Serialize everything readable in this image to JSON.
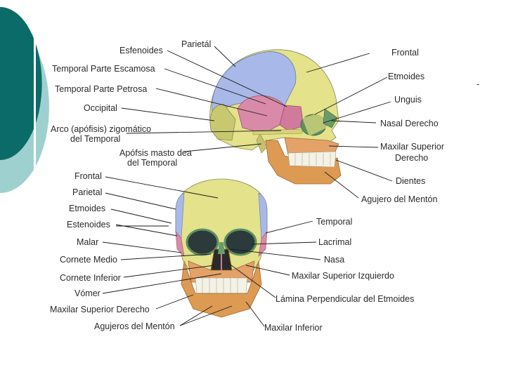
{
  "colors": {
    "teal_dark": "#0b6b68",
    "teal_light": "#9fd0d0",
    "bone": "#e4e28a",
    "parietal": "#a8b8e8",
    "temporal": "#d98aa8",
    "sphenoid": "#d07a9c",
    "maxilla": "#e4a268",
    "mandible": "#dd9a52",
    "nasal": "#6a9c6a"
  },
  "side_labels": {
    "esfenoides": "Esfenoides",
    "parietal": "Parietál",
    "temporal_escamosa": "Temporal Parte Escamosa",
    "temporal_petrosa": "Temporal Parte Petrosa",
    "occipital": "Occipital",
    "arco_line1": "Arco (apófisis) zigomático",
    "arco_line2": "del Temporal",
    "apofisis_line1": "Apófsis masto dea",
    "apofisis_line2": "del Temporal",
    "frontal": "Frontal",
    "etmoides": "Etmoides",
    "unguis": "Unguis",
    "nasal_derecho": "Nasal Derecho",
    "maxilar_sup_line1": "Maxilar Superior",
    "maxilar_sup_line2": "Derecho",
    "dientes": "Dientes",
    "agujero_menton": "Agujero del Mentón"
  },
  "front_labels": {
    "frontal": "Frontal",
    "parietal": "Parietal",
    "etmoides": "Etmoides",
    "esfenoides": "Estenoides",
    "malar": "Malar",
    "cornete_medio": "Cornete Medio",
    "cornete_inferior": "Cornete Inferior",
    "vomer": "Vómer",
    "maxilar_sup_derecho": "Maxilar Superior Derecho",
    "agujeros_menton": "Agujeros del Mentón",
    "temporal": "Temporal",
    "lacrimal": "Lacrimal",
    "nasa": "Nasa",
    "maxilar_sup_izquierdo": "Maxilar Superior Izquierdo",
    "lamina": "Lámina Perpendicular del Etmoides",
    "maxilar_inferior": "Maxilar Inferior"
  },
  "stray_mark": "-"
}
